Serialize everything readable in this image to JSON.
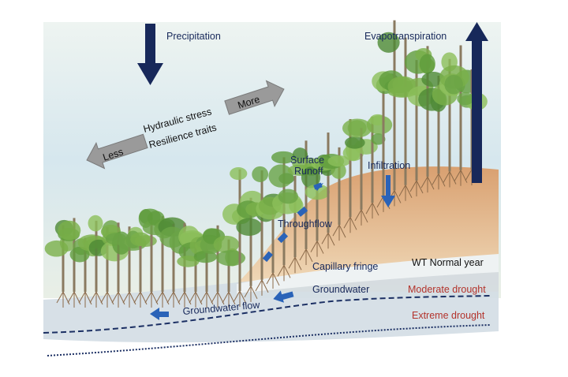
{
  "labels": {
    "precipitation": "Precipitation",
    "evapotranspiration": "Evapotranspiration",
    "hydraulic_stress": "Hydraulic stress",
    "resilience_traits": "Resilience traits",
    "less": "Less",
    "more": "More",
    "surface_runoff_1": "Surface",
    "surface_runoff_2": "Runoff",
    "infiltration": "Infiltration",
    "throughflow": "Throughflow",
    "capillary_fringe": "Capillary fringe",
    "groundwater": "Groundwater",
    "groundwater_flow": "Groundwater flow",
    "wt_normal_year": "WT Normal year",
    "moderate_drought": "Moderate drought",
    "extreme_drought": "Extreme drought"
  },
  "colors": {
    "navy": "#17285a",
    "flow_blue": "#2a63b8",
    "drought_red": "#b3332c",
    "sky": "#dbe9ef",
    "soil": "#e6b88a",
    "water": "#cfd9e0",
    "foliage": "#5f9c3c"
  }
}
